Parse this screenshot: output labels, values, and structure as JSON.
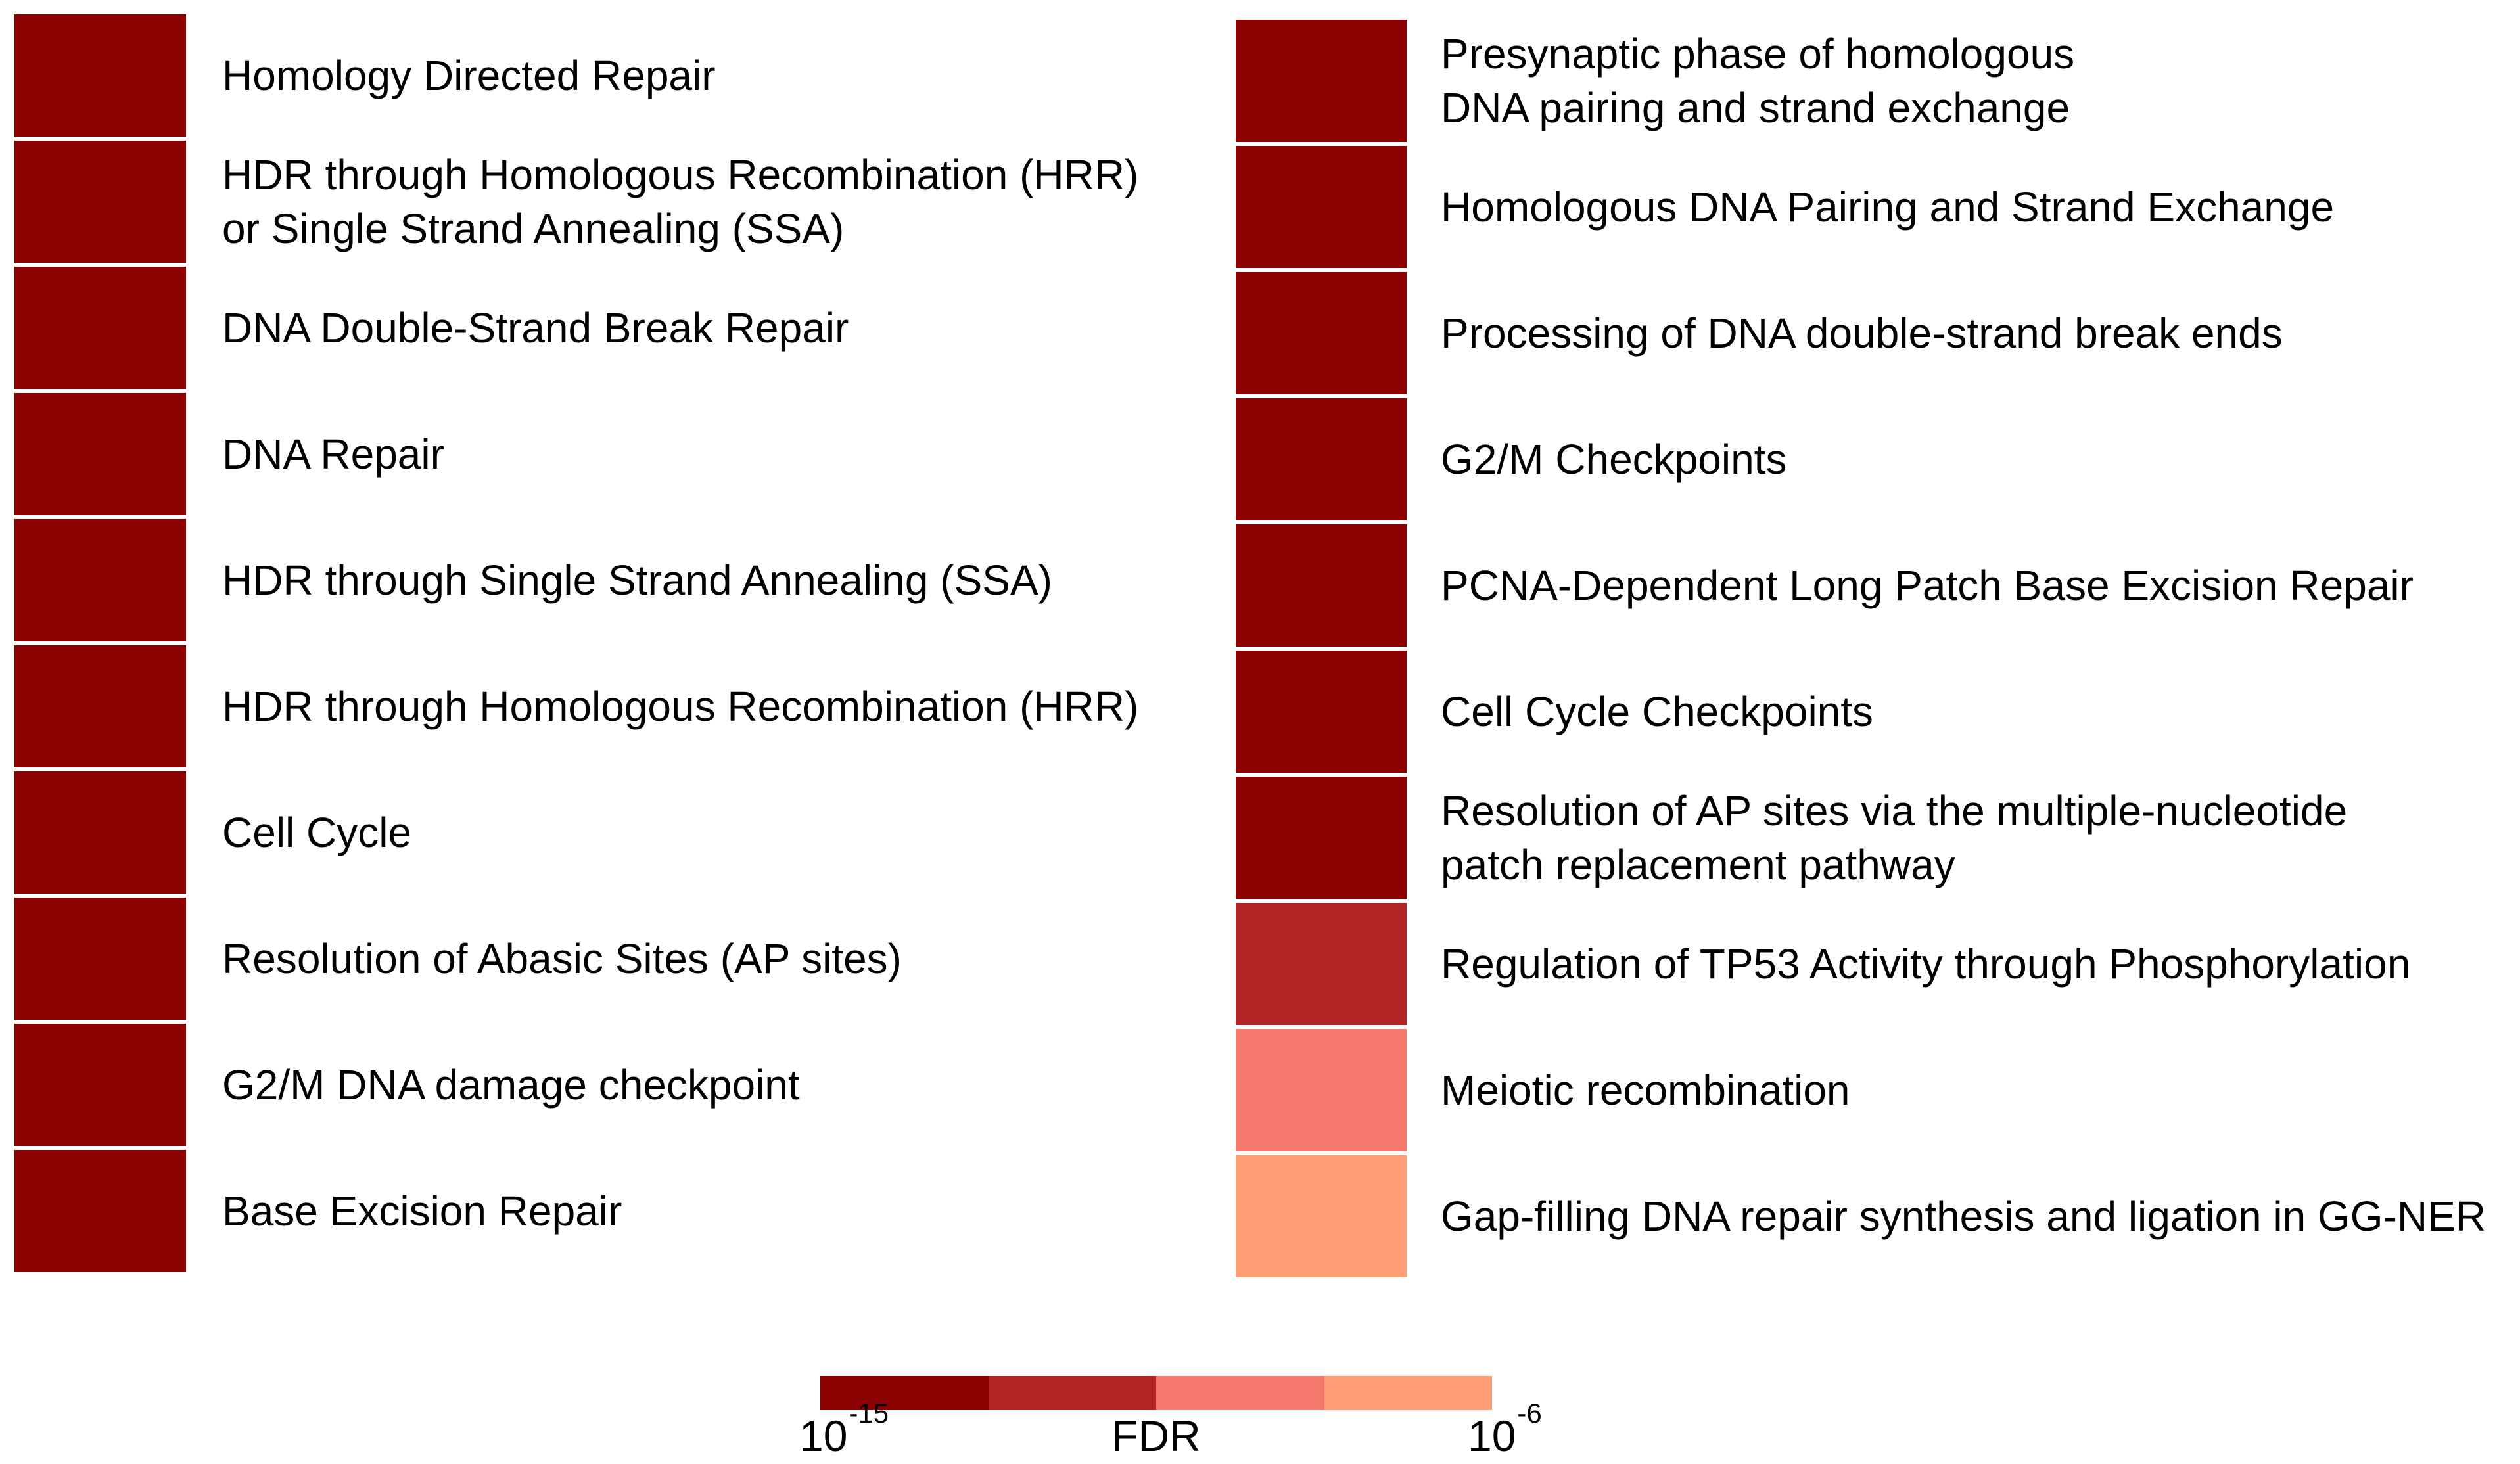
{
  "chart_data": {
    "type": "heatmap",
    "title": "",
    "description": "Pathway enrichment results: two columns of pathways, each with a cell colored by FDR",
    "layout_hints": {
      "columns": 2,
      "rows_per_column": 10,
      "grid": false,
      "legend_position": "bottom-center",
      "color_scale_type": "discrete-4-step",
      "color_meaning": "darker = lower FDR (more significant)"
    },
    "legend": {
      "title": "FDR",
      "min_base": "10",
      "min_exp": "-15",
      "max_base": "10",
      "max_exp": "-6",
      "palette": [
        "#8B0000",
        "#B22326",
        "#F5796C",
        "#FC9D75"
      ]
    },
    "columns": [
      {
        "items": [
          {
            "label": "Homology Directed Repair",
            "color": "#8B0000"
          },
          {
            "label": "HDR through Homologous Recombination (HRR)\nor Single Strand Annealing (SSA)",
            "color": "#8B0000"
          },
          {
            "label": "DNA Double-Strand Break Repair",
            "color": "#8B0000"
          },
          {
            "label": "DNA Repair",
            "color": "#8B0000"
          },
          {
            "label": "HDR through Single Strand Annealing (SSA)",
            "color": "#8B0000"
          },
          {
            "label": "HDR through Homologous Recombination (HRR)",
            "color": "#8B0000"
          },
          {
            "label": "Cell Cycle",
            "color": "#8B0000"
          },
          {
            "label": "Resolution of Abasic Sites (AP sites)",
            "color": "#8B0000"
          },
          {
            "label": "G2/M DNA damage checkpoint",
            "color": "#8B0000"
          },
          {
            "label": "Base Excision Repair",
            "color": "#8B0000"
          }
        ]
      },
      {
        "items": [
          {
            "label": "Presynaptic phase of homologous\nDNA pairing and strand exchange",
            "color": "#8B0000"
          },
          {
            "label": "Homologous DNA Pairing and Strand Exchange",
            "color": "#8B0000"
          },
          {
            "label": "Processing of DNA double-strand break ends",
            "color": "#8B0000"
          },
          {
            "label": "G2/M Checkpoints",
            "color": "#8B0000"
          },
          {
            "label": "PCNA-Dependent Long Patch Base Excision Repair",
            "color": "#8B0000"
          },
          {
            "label": "Cell Cycle Checkpoints",
            "color": "#8B0000"
          },
          {
            "label": "Resolution of AP sites via the multiple-nucleotide\npatch replacement pathway",
            "color": "#8B0000"
          },
          {
            "label": "Regulation of TP53 Activity through Phosphorylation",
            "color": "#B22326"
          },
          {
            "label": "Meiotic recombination",
            "color": "#F5796C"
          },
          {
            "label": "Gap-filling DNA repair synthesis and ligation in GG-NER",
            "color": "#FC9D75"
          }
        ]
      }
    ]
  }
}
